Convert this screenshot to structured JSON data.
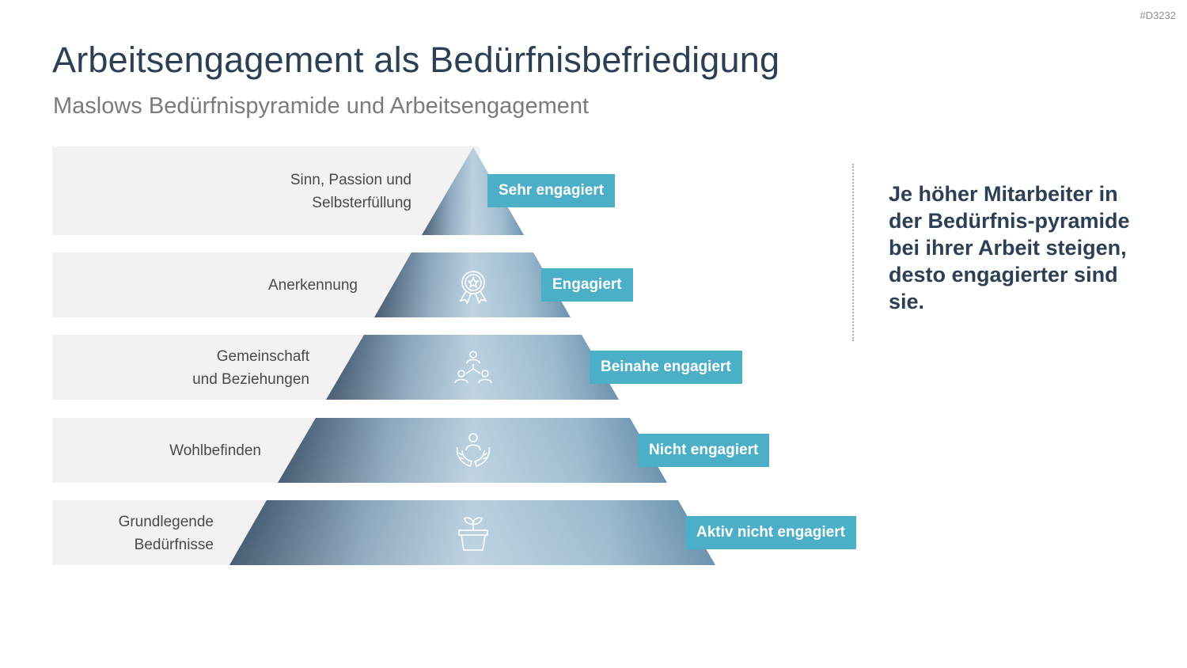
{
  "slide": {
    "code": "#D3232",
    "title": "Arbeitsengagement als Bedürfnisbefriedigung",
    "subtitle": "Maslows Bedürfnispyramide und Arbeitsengagement"
  },
  "levels": [
    {
      "label": [
        "Sinn, Passion und",
        "Selbsterfüllung"
      ],
      "tag": "Sehr engagiert",
      "icon": "photo-only"
    },
    {
      "label": [
        "Anerkennung"
      ],
      "tag": "Engagiert",
      "icon": "award-badge-icon"
    },
    {
      "label": [
        "Gemeinschaft",
        "und Beziehungen"
      ],
      "tag": "Beinahe engagiert",
      "icon": "community-network-icon"
    },
    {
      "label": [
        "Wohlbefinden"
      ],
      "tag": "Nicht engagiert",
      "icon": "person-in-hands-icon"
    },
    {
      "label": [
        "Grundlegende",
        "Bedürfnisse"
      ],
      "tag": "Aktiv nicht engagiert",
      "icon": "plant-pot-icon"
    }
  ],
  "statement": "Je höher Mitarbeiter in der Bedürfnis-pyramide bei ihrer Arbeit steigen, desto engagierter sind sie.",
  "colors": {
    "title": "#2b3f55",
    "tag_background": "#4bafc8",
    "band_background": "#f2f2f2",
    "pyramid_dark": "#2c4a68",
    "pyramid_light": "#a9c7d9"
  }
}
